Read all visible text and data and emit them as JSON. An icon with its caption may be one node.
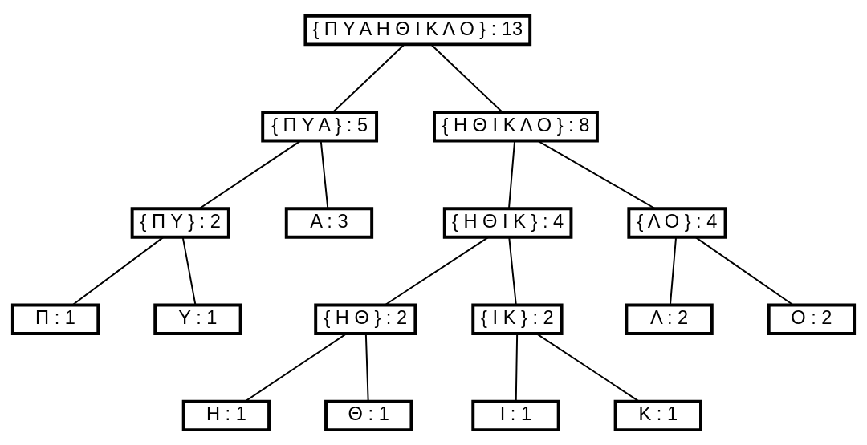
{
  "diagram": {
    "nodes": [
      {
        "text": [
          "{ Π Υ Α Η Θ Ι Κ Λ Ο } : 13"
        ]
      },
      {
        "text": [
          "{ Π Υ Α } : 5"
        ]
      },
      {
        "text": [
          "{ Η Θ Ι Κ Λ Ο } : 8"
        ]
      },
      {
        "text": [
          "{ Π Υ } : 2"
        ]
      },
      {
        "text": [
          "Α : 3"
        ]
      },
      {
        "text": [
          "{ Η Θ Ι Κ } : 4"
        ]
      },
      {
        "text": [
          "{ Λ Ο } : 4"
        ]
      },
      {
        "text": [
          "Π : 1"
        ]
      },
      {
        "text": [
          "Υ : 1"
        ]
      },
      {
        "text": [
          "{ Η Θ } : 2"
        ]
      },
      {
        "text": [
          "{ Ι Κ } : 2"
        ]
      },
      {
        "text": [
          "Λ : 2"
        ]
      },
      {
        "text": [
          "Ο : 2"
        ]
      },
      {
        "text": [
          "Η : 1"
        ]
      },
      {
        "text": [
          "Θ : 1"
        ]
      },
      {
        "text": [
          "Ι : 1"
        ]
      },
      {
        "text": [
          "Κ : 1"
        ]
      }
    ],
    "edges": [
      {
        "from": 0,
        "to": 1,
        "arrow": "none"
      },
      {
        "from": 0,
        "to": 2,
        "arrow": "none"
      },
      {
        "from": 1,
        "to": 3,
        "arrow": "none"
      },
      {
        "from": 1,
        "to": 4,
        "arrow": "none"
      },
      {
        "from": 2,
        "to": 5,
        "arrow": "none"
      },
      {
        "from": 2,
        "to": 6,
        "arrow": "none"
      },
      {
        "from": 3,
        "to": 7,
        "arrow": "none"
      },
      {
        "from": 3,
        "to": 8,
        "arrow": "none"
      },
      {
        "from": 5,
        "to": 9,
        "arrow": "none"
      },
      {
        "from": 5,
        "to": 10,
        "arrow": "none"
      },
      {
        "from": 6,
        "to": 11,
        "arrow": "none"
      },
      {
        "from": 6,
        "to": 12,
        "arrow": "none"
      },
      {
        "from": 9,
        "to": 13,
        "arrow": "none"
      },
      {
        "from": 9,
        "to": 14,
        "arrow": "none"
      },
      {
        "from": 10,
        "to": 15,
        "arrow": "none"
      },
      {
        "from": 10,
        "to": 16,
        "arrow": "none"
      }
    ]
  }
}
